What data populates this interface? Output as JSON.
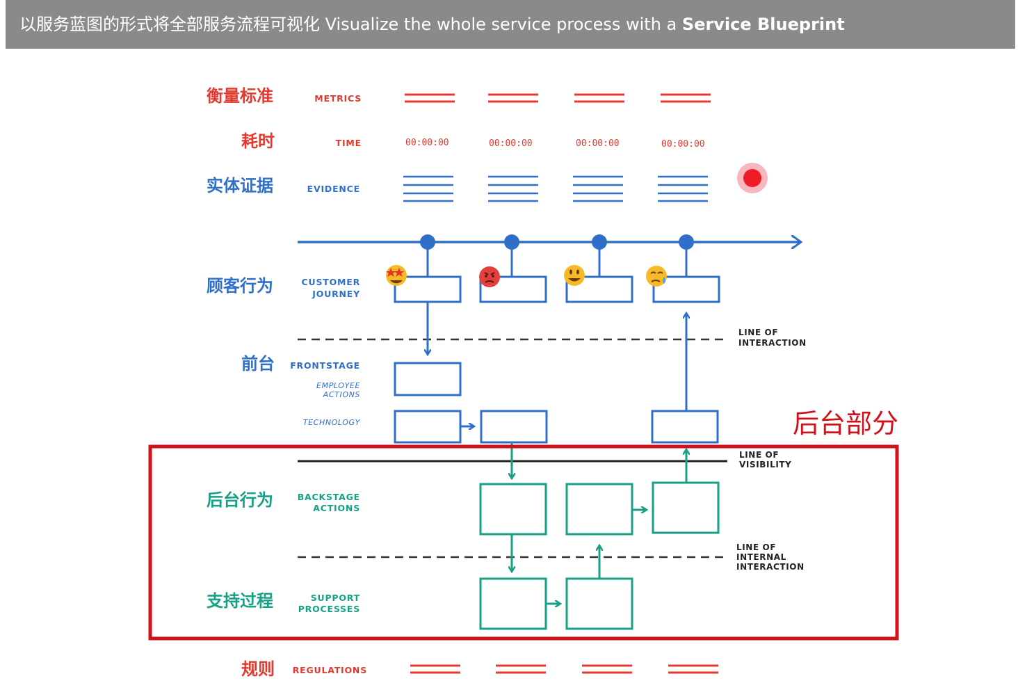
{
  "banner": {
    "title_prefix": "以服务蓝图的形式将全部服务流程可视化 Visualize the whole service process with a ",
    "title_bold": "Service Blueprint"
  },
  "rows": {
    "metrics": {
      "zh": "衡量标准",
      "en": "METRICS"
    },
    "time": {
      "zh": "耗时",
      "en": "TIME",
      "values": [
        "00:00:00",
        "00:00:00",
        "00:00:00",
        "00:00:00"
      ]
    },
    "evidence": {
      "zh": "实体证据",
      "en": "EVIDENCE"
    },
    "customer": {
      "zh": "顾客行为",
      "en_line1": "CUSTOMER",
      "en_line2": "JOURNEY"
    },
    "frontstage": {
      "zh": "前台",
      "en": "FRONTSTAGE",
      "sub_line1": "EMPLOYEE",
      "sub_line2": "ACTIONS",
      "tech": "TECHNOLOGY"
    },
    "backstage": {
      "zh": "后台行为",
      "en_line1": "BACKSTAGE",
      "en_line2": "ACTIONS"
    },
    "support": {
      "zh": "支持过程",
      "en_line1": "SUPPORT",
      "en_line2": "PROCESSES"
    },
    "regulations": {
      "zh": "规则",
      "en": "REGULATIONS"
    }
  },
  "lines": {
    "interaction": {
      "line1": "LINE OF",
      "line2": "INTERACTION"
    },
    "visibility": {
      "line1": "LINE OF",
      "line2": "VISIBILITY"
    },
    "internal": {
      "line1": "LINE OF",
      "line2": "INTERNAL",
      "line3": "INTERACTION"
    }
  },
  "annotation": {
    "label": "后台部分",
    "color": "#d0121b"
  },
  "colors": {
    "red": "#e23a2e",
    "blue": "#2f6fc9",
    "teal": "#16a085",
    "dark_blue": "#3366aa"
  },
  "emojis": [
    "star-struck-emoji",
    "angry-emoji",
    "smiley-emoji",
    "sad-emoji"
  ]
}
